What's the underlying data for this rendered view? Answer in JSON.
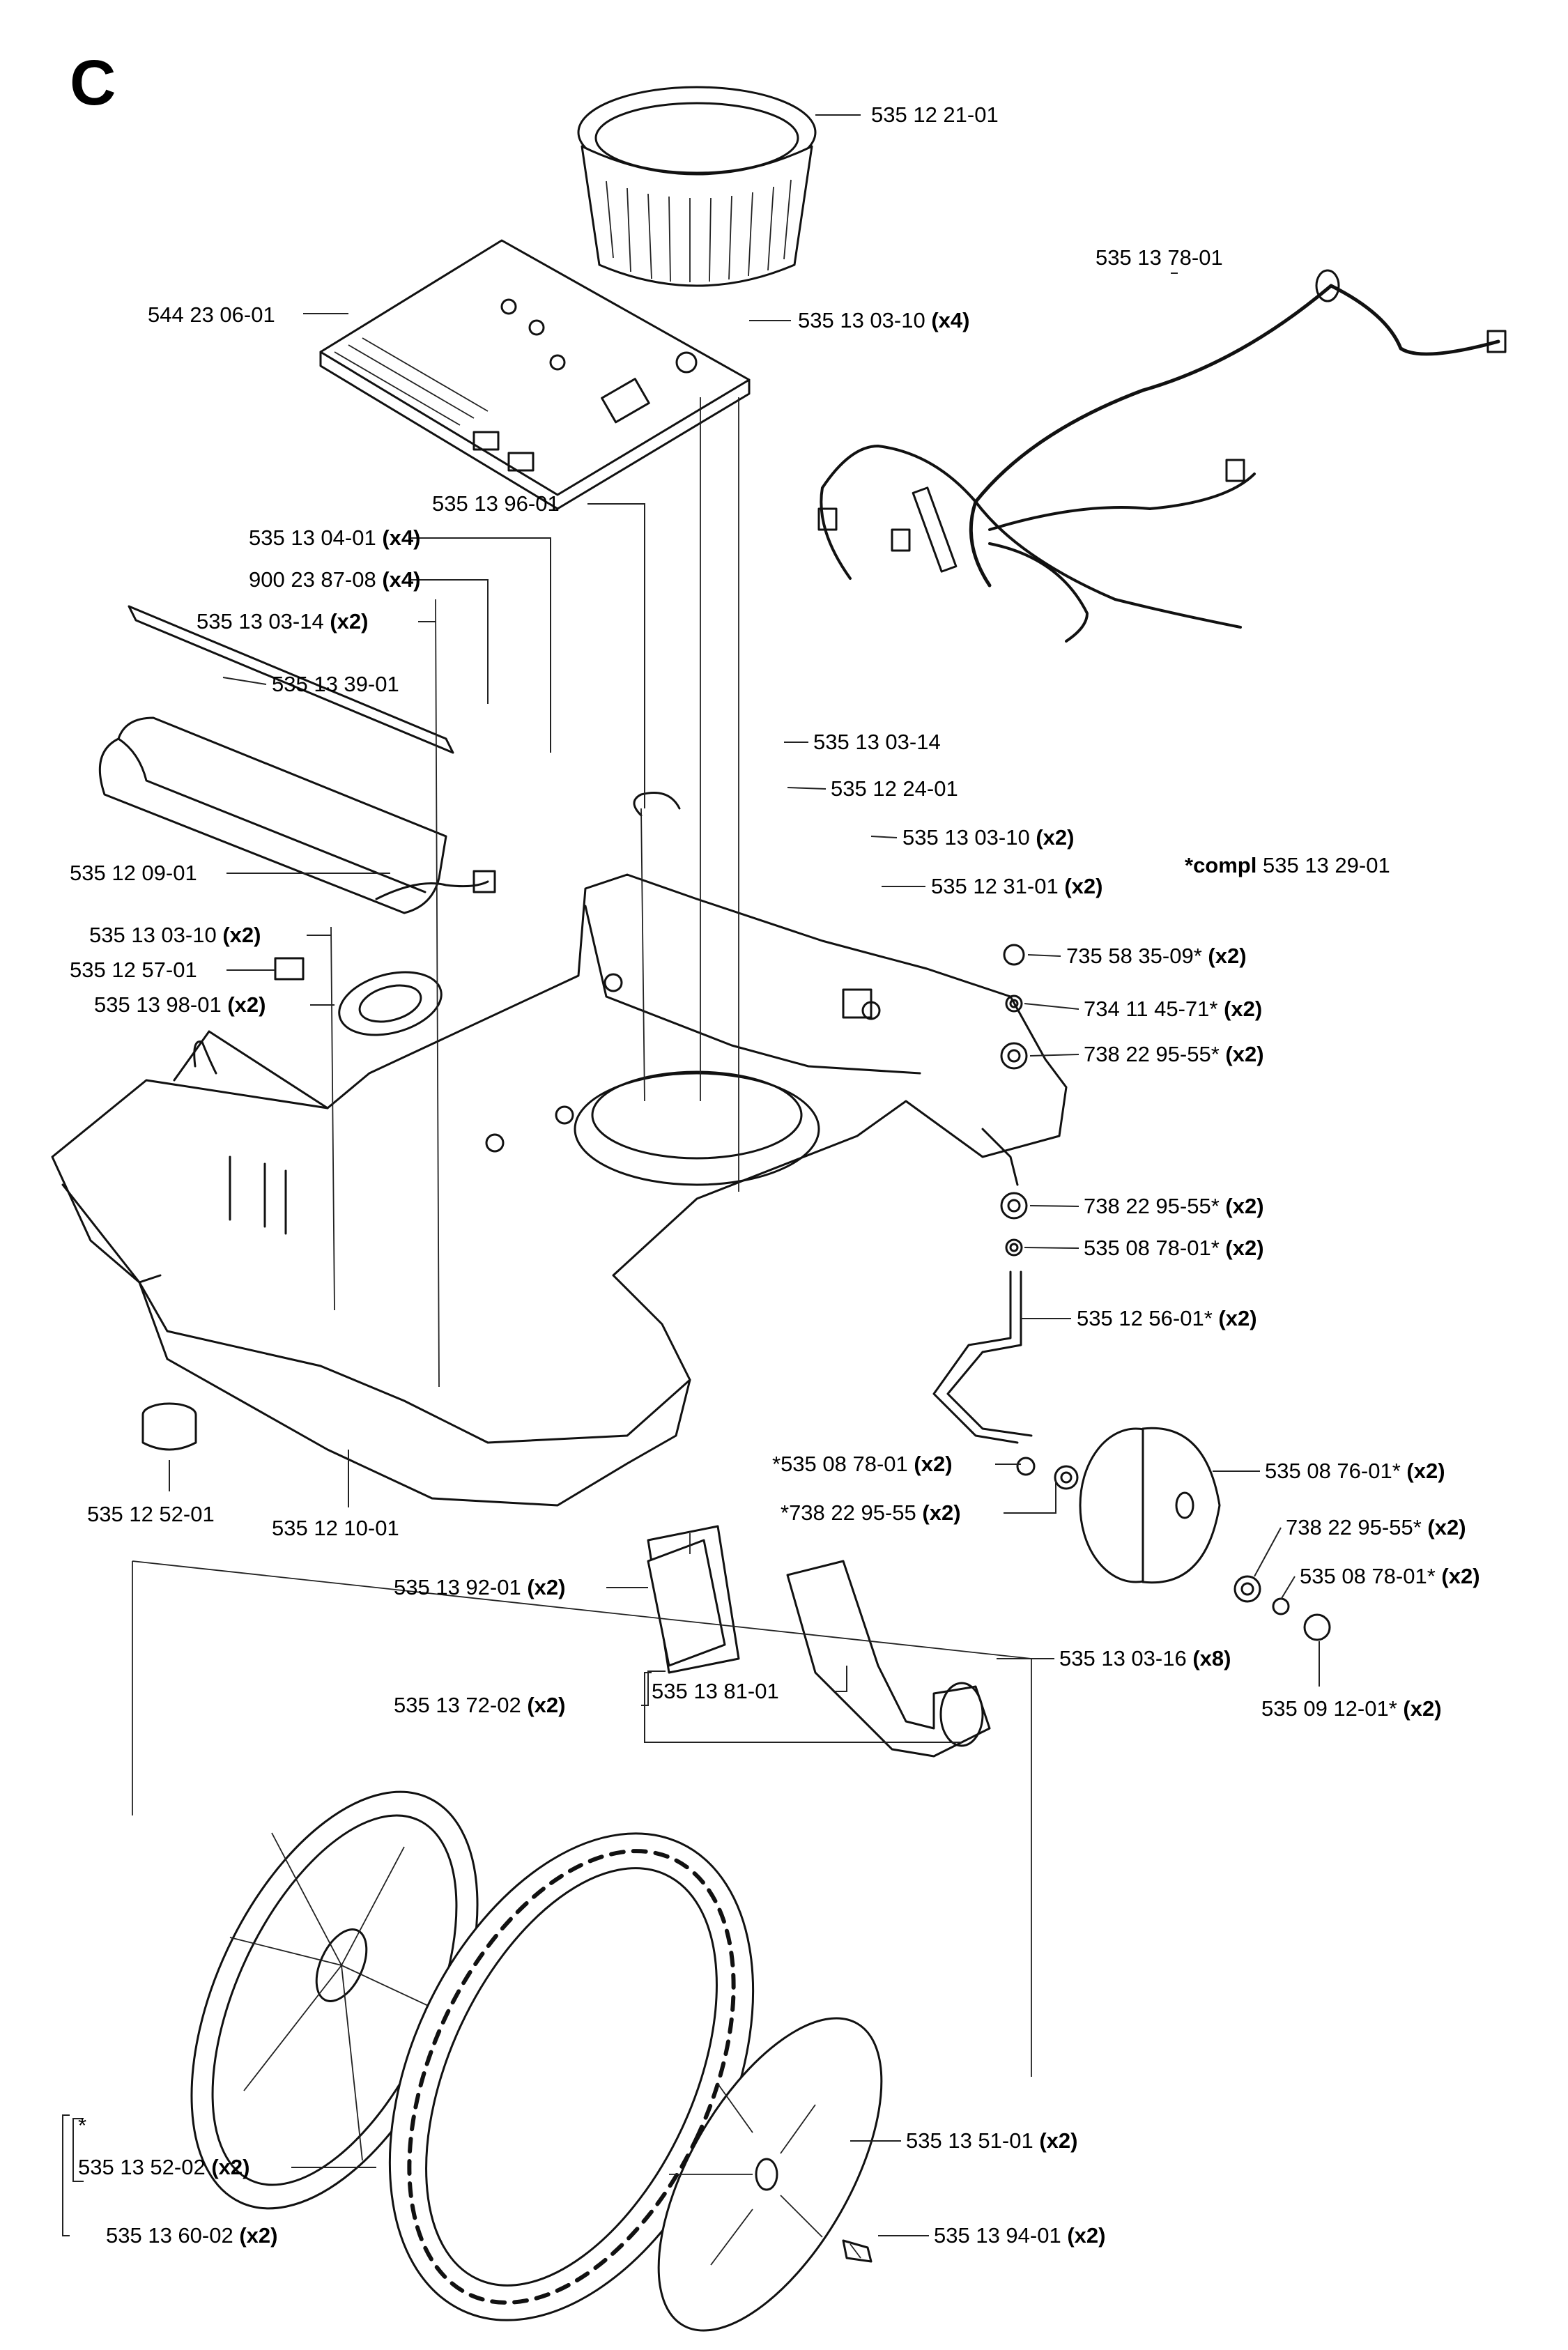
{
  "section": "C",
  "note": {
    "prefix": "*compl",
    "part": "535 13 29-01"
  },
  "labels": [
    {
      "part": "535 12 21-01",
      "qty": ""
    },
    {
      "part": "535 13 78-01",
      "qty": ""
    },
    {
      "part": "544 23 06-01",
      "qty": ""
    },
    {
      "part": "535 13 03-10",
      "qty": "(x4)"
    },
    {
      "part": "535 13 96-01",
      "qty": ""
    },
    {
      "part": "535 13 04-01",
      "qty": "(x4)"
    },
    {
      "part": "900 23 87-08",
      "qty": "(x4)"
    },
    {
      "part": "535 13 03-14",
      "qty": "(x2)"
    },
    {
      "part": "535 13 39-01",
      "qty": ""
    },
    {
      "part": "535 13 03-14",
      "qty": ""
    },
    {
      "part": "535 12 24-01",
      "qty": ""
    },
    {
      "part": "535 13 03-10",
      "qty": "(x2)"
    },
    {
      "part": "535 12 09-01",
      "qty": ""
    },
    {
      "part": "535 12 31-01",
      "qty": "(x2)"
    },
    {
      "part": "535 13 03-10",
      "qty": "(x2)"
    },
    {
      "part": "535 12 57-01",
      "qty": ""
    },
    {
      "part": "735 58 35-09*",
      "qty": "(x2)"
    },
    {
      "part": "535 13 98-01",
      "qty": "(x2)"
    },
    {
      "part": "734 11 45-71*",
      "qty": "(x2)"
    },
    {
      "part": "738 22 95-55*",
      "qty": "(x2)"
    },
    {
      "part": "738 22 95-55*",
      "qty": "(x2)"
    },
    {
      "part": "535 08 78-01*",
      "qty": "(x2)"
    },
    {
      "part": "535 12 56-01*",
      "qty": "(x2)"
    },
    {
      "part": "*535 08 78-01",
      "qty": "(x2)"
    },
    {
      "part": "535 08 76-01*",
      "qty": "(x2)"
    },
    {
      "part": "535 12 52-01",
      "qty": ""
    },
    {
      "part": "535 12 10-01",
      "qty": ""
    },
    {
      "part": "*738 22 95-55",
      "qty": "(x2)"
    },
    {
      "part": "738 22 95-55*",
      "qty": "(x2)"
    },
    {
      "part": "535 13 92-01",
      "qty": "(x2)"
    },
    {
      "part": "535 08 78-01*",
      "qty": "(x2)"
    },
    {
      "part": "535 13 81-01",
      "qty": ""
    },
    {
      "part": "535 13 03-16",
      "qty": "(x8)"
    },
    {
      "part": "535 13 72-02",
      "qty": "(x2)"
    },
    {
      "part": "535 09 12-01*",
      "qty": "(x2)"
    },
    {
      "part": "535 13 51-01",
      "qty": "(x2)"
    },
    {
      "part": "*",
      "qty": ""
    },
    {
      "part": "535 13 52-02",
      "qty": "(x2)"
    },
    {
      "part": "535 13 94-01",
      "qty": "(x2)"
    },
    {
      "part": "535 13 60-02",
      "qty": "(x2)"
    }
  ]
}
